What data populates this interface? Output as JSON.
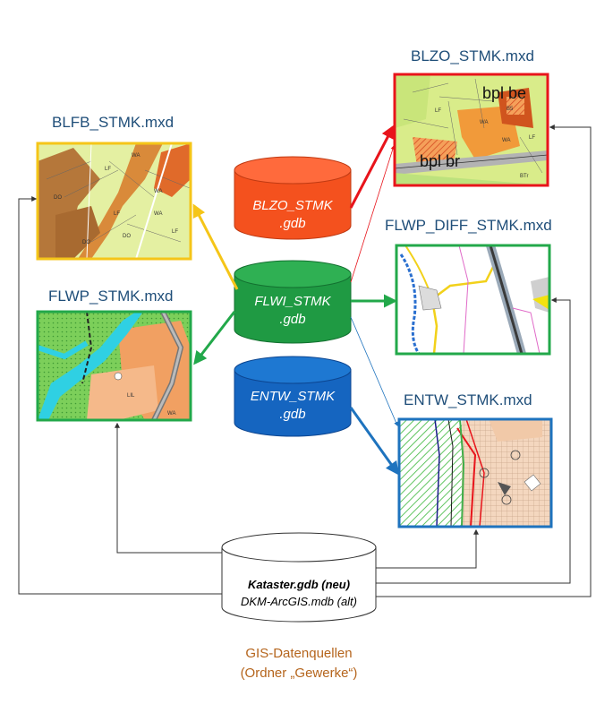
{
  "documents": {
    "blfb": {
      "title": "BLFB_STMK.mxd",
      "border_color": "#f5c518"
    },
    "blzo": {
      "title": "BLZO_STMK.mxd",
      "border_color": "#e8141b",
      "map_text_1": "bpl be",
      "map_text_2": "bpl br"
    },
    "flwp": {
      "title": "FLWP_STMK.mxd",
      "border_color": "#22a84a"
    },
    "flwp_diff": {
      "title": "FLWP_DIFF_STMK.mxd",
      "border_color": "#22a84a"
    },
    "entw": {
      "title": "ENTW_STMK.mxd",
      "border_color": "#1e73be"
    }
  },
  "databases": {
    "blzo": {
      "line1": "BLZO_STMK",
      "line2": ".gdb",
      "color": "#f4511e"
    },
    "flwi": {
      "line1": "FLWI_STMK",
      "line2": ".gdb",
      "color": "#22a84a"
    },
    "entw": {
      "line1": "ENTW_STMK",
      "line2": ".gdb",
      "color": "#1565c0"
    }
  },
  "source": {
    "line1": "Kataster.gdb (neu)",
    "line2": "DKM-ArcGIS.mdb (alt)"
  },
  "caption": {
    "line1": "GIS-Datenquellen",
    "line2": "(Ordner „Gewerke“)"
  },
  "colors": {
    "arrow_yellow": "#f5c518",
    "arrow_green": "#22a84a",
    "arrow_red": "#e8141b",
    "arrow_blue": "#1e73be",
    "line_dark": "#333333"
  }
}
